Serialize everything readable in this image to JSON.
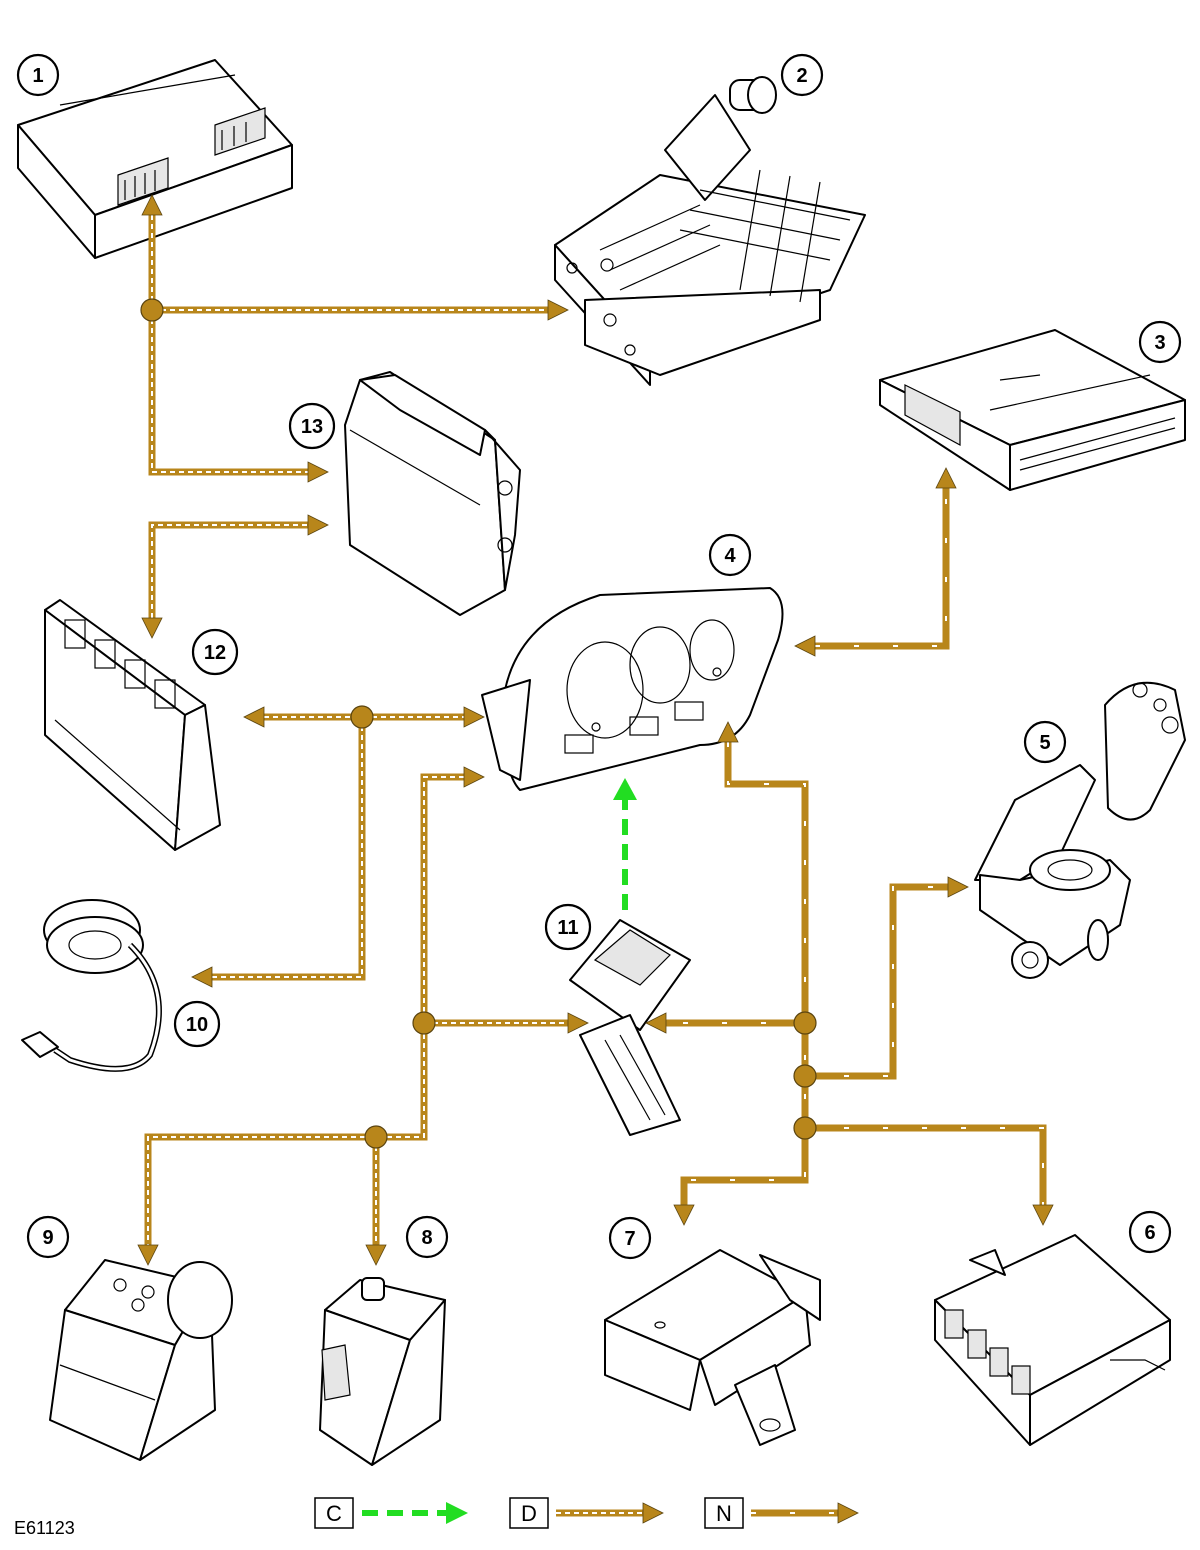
{
  "figure_id": "E61123",
  "callouts": {
    "c1": "1",
    "c2": "2",
    "c3": "3",
    "c4": "4",
    "c5": "5",
    "c6": "6",
    "c7": "7",
    "c8": "8",
    "c9": "9",
    "c10": "10",
    "c11": "11",
    "c12": "12",
    "c13": "13"
  },
  "legend": {
    "c": "C",
    "d": "D",
    "n": "N"
  },
  "colors": {
    "can_bus_wire": "#b8861b",
    "diagnostic_dashed": "#22dd22",
    "junction": "#b8861b"
  }
}
